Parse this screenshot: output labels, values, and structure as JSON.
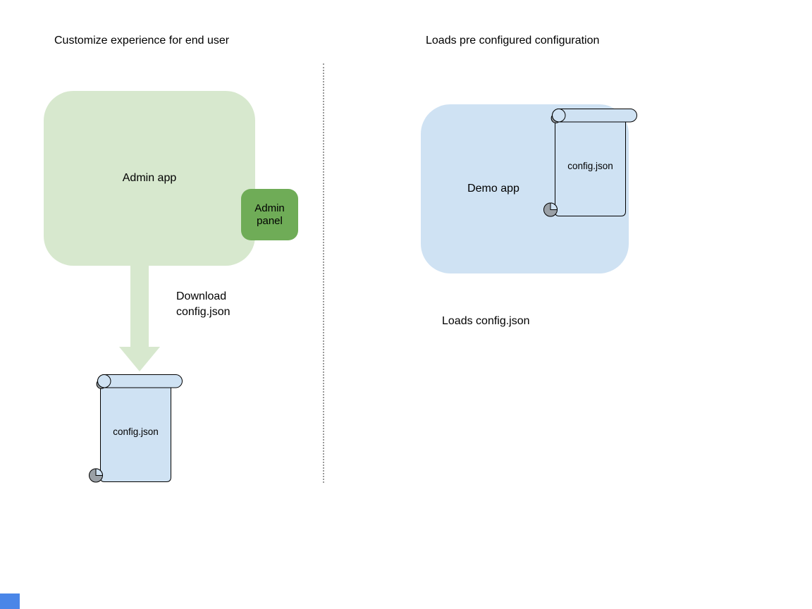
{
  "colors": {
    "light_green": "#d7e8ce",
    "dark_green": "#6fac57",
    "light_blue": "#cfe2f3",
    "curl_gray": "#9aa0a6",
    "outline": "#000000",
    "divider_gray": "#9a9a9a",
    "corner_blue": "#4a86e8",
    "text": "#000000"
  },
  "left": {
    "title": "Customize experience for end user",
    "admin_app_label": "Admin app",
    "admin_panel_label": "Admin panel",
    "download_caption": "Download\nconfig.json",
    "config_file_label": "config.json"
  },
  "right": {
    "title": "Loads pre configured configuration",
    "demo_app_label": "Demo app",
    "config_file_label": "config.json",
    "caption": "Loads config.json"
  }
}
